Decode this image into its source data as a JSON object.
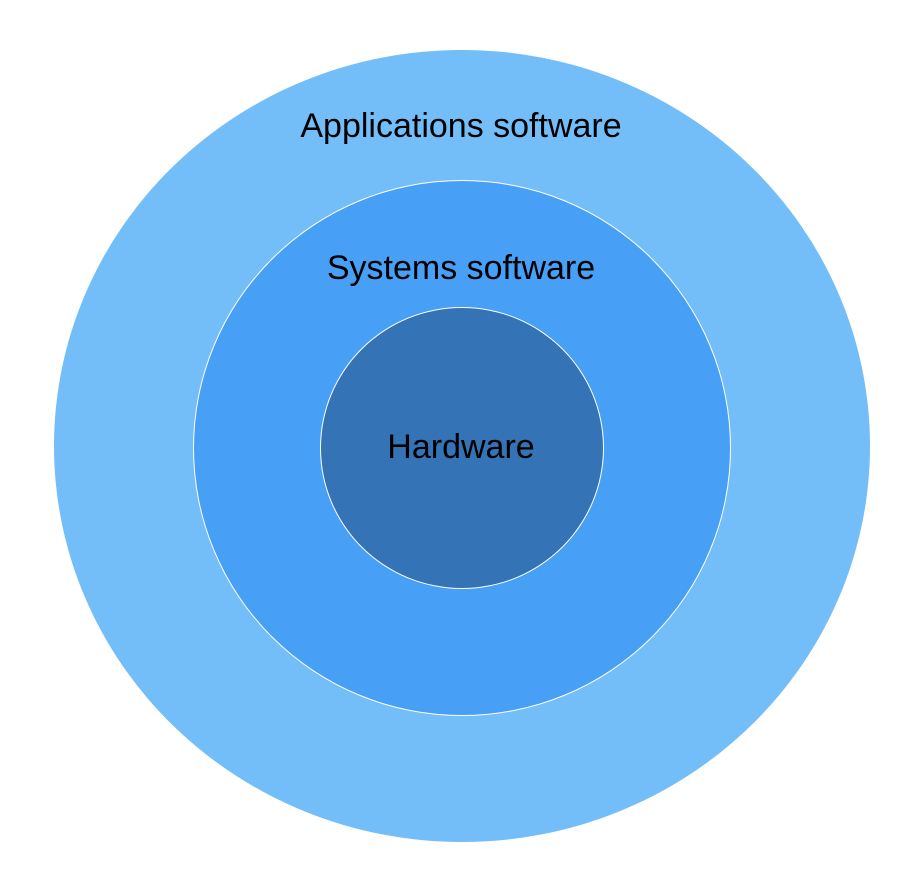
{
  "diagram": {
    "layers": [
      {
        "label": "Applications software",
        "color": "#73bef8"
      },
      {
        "label": "Systems software",
        "color": "#489ff6"
      },
      {
        "label": "Hardware",
        "color": "#3373b6"
      }
    ],
    "border_color": "#ffffff",
    "text_color": "#000000"
  }
}
